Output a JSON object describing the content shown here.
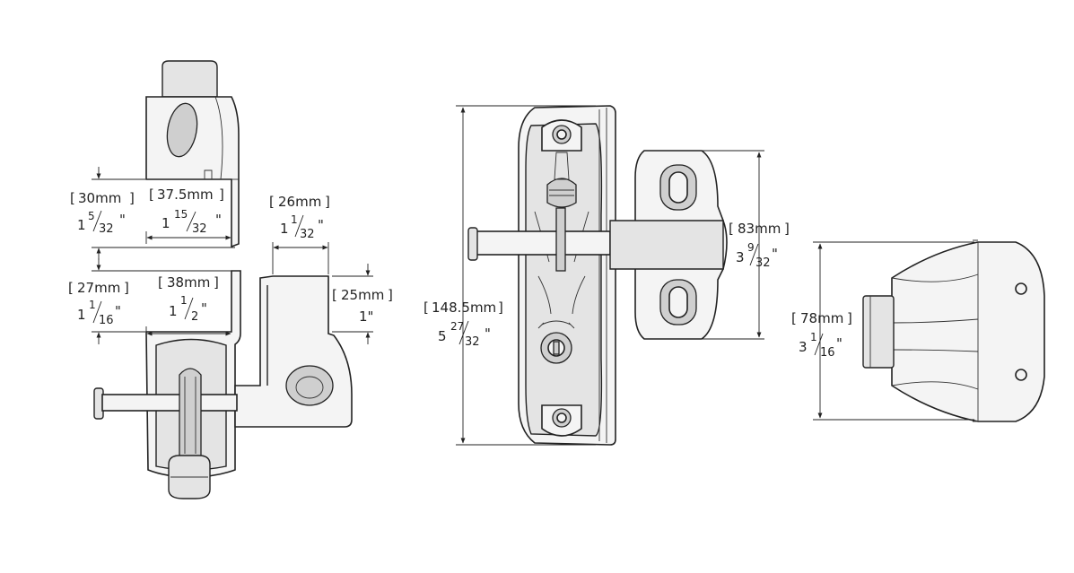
{
  "dimensions": {
    "top_height": {
      "mm": "30mm",
      "whole": "1",
      "num": "5",
      "den": "32",
      "unit": "\""
    },
    "top_width": {
      "mm": "37.5mm",
      "whole": "1",
      "num": "15",
      "den": "32",
      "unit": "\""
    },
    "bottom_height": {
      "mm": "27mm",
      "whole": "1",
      "num": "1",
      "den": "16",
      "unit": "\""
    },
    "bottom_width": {
      "mm": "38mm",
      "whole": "1",
      "num": "1",
      "den": "2",
      "unit": "\""
    },
    "side_width": {
      "mm": "26mm",
      "whole": "1",
      "num": "1",
      "den": "32",
      "unit": "\""
    },
    "side_height": {
      "mm": "25mm",
      "inch": "1\""
    },
    "front_height": {
      "mm": "148.5mm",
      "whole": "5",
      "num": "27",
      "den": "32",
      "unit": "\""
    },
    "striker_height": {
      "mm": "83mm",
      "whole": "3",
      "num": "9",
      "den": "32",
      "unit": "\""
    },
    "end_height": {
      "mm": "78mm",
      "whole": "3",
      "num": "1",
      "den": "16",
      "unit": "\""
    }
  }
}
